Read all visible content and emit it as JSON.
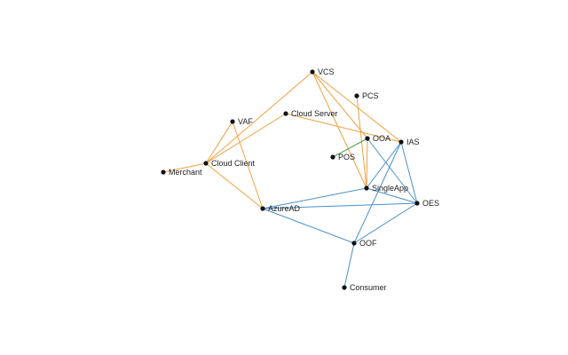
{
  "colors": {
    "background": "#ffffff",
    "node": "#111111",
    "orange": "#f0a040",
    "blue": "#4a90c8",
    "green": "#40a040"
  },
  "nodes": [
    {
      "id": "VCS",
      "label": "VCS"
    },
    {
      "id": "PCS",
      "label": "PCS"
    },
    {
      "id": "VAF",
      "label": "VAF"
    },
    {
      "id": "CloudServer",
      "label": "Cloud Server"
    },
    {
      "id": "OOA",
      "label": "OOA"
    },
    {
      "id": "IAS",
      "label": "IAS"
    },
    {
      "id": "POS",
      "label": "POS"
    },
    {
      "id": "CloudClient",
      "label": "Cloud Client"
    },
    {
      "id": "Merchant",
      "label": "Merchant"
    },
    {
      "id": "SingleApp",
      "label": "SingleApp"
    },
    {
      "id": "OES",
      "label": "OES"
    },
    {
      "id": "AzureAD",
      "label": "AzureAD"
    },
    {
      "id": "OOF",
      "label": "OOF"
    },
    {
      "id": "Consumer",
      "label": "Consumer"
    }
  ],
  "edges": [
    {
      "source": "VCS",
      "target": "CloudClient",
      "color": "orange"
    },
    {
      "source": "VCS",
      "target": "OOA",
      "color": "orange"
    },
    {
      "source": "VCS",
      "target": "IAS",
      "color": "orange"
    },
    {
      "source": "VCS",
      "target": "SingleApp",
      "color": "orange"
    },
    {
      "source": "PCS",
      "target": "SingleApp",
      "color": "orange"
    },
    {
      "source": "VAF",
      "target": "CloudClient",
      "color": "orange"
    },
    {
      "source": "VAF",
      "target": "AzureAD",
      "color": "orange"
    },
    {
      "source": "CloudServer",
      "target": "CloudClient",
      "color": "orange"
    },
    {
      "source": "CloudServer",
      "target": "IAS",
      "color": "orange"
    },
    {
      "source": "CloudClient",
      "target": "Merchant",
      "color": "orange"
    },
    {
      "source": "CloudClient",
      "target": "AzureAD",
      "color": "orange"
    },
    {
      "source": "OOA",
      "target": "SingleApp",
      "color": "orange"
    },
    {
      "source": "POS",
      "target": "OOA",
      "color": "green"
    },
    {
      "source": "OOA",
      "target": "OES",
      "color": "blue"
    },
    {
      "source": "IAS",
      "target": "SingleApp",
      "color": "blue"
    },
    {
      "source": "IAS",
      "target": "OES",
      "color": "blue"
    },
    {
      "source": "IAS",
      "target": "OOF",
      "color": "blue"
    },
    {
      "source": "SingleApp",
      "target": "OES",
      "color": "blue"
    },
    {
      "source": "SingleApp",
      "target": "AzureAD",
      "color": "blue"
    },
    {
      "source": "AzureAD",
      "target": "OES",
      "color": "blue"
    },
    {
      "source": "AzureAD",
      "target": "OOF",
      "color": "blue"
    },
    {
      "source": "OOF",
      "target": "OES",
      "color": "blue"
    },
    {
      "source": "OOF",
      "target": "Consumer",
      "color": "blue"
    }
  ]
}
